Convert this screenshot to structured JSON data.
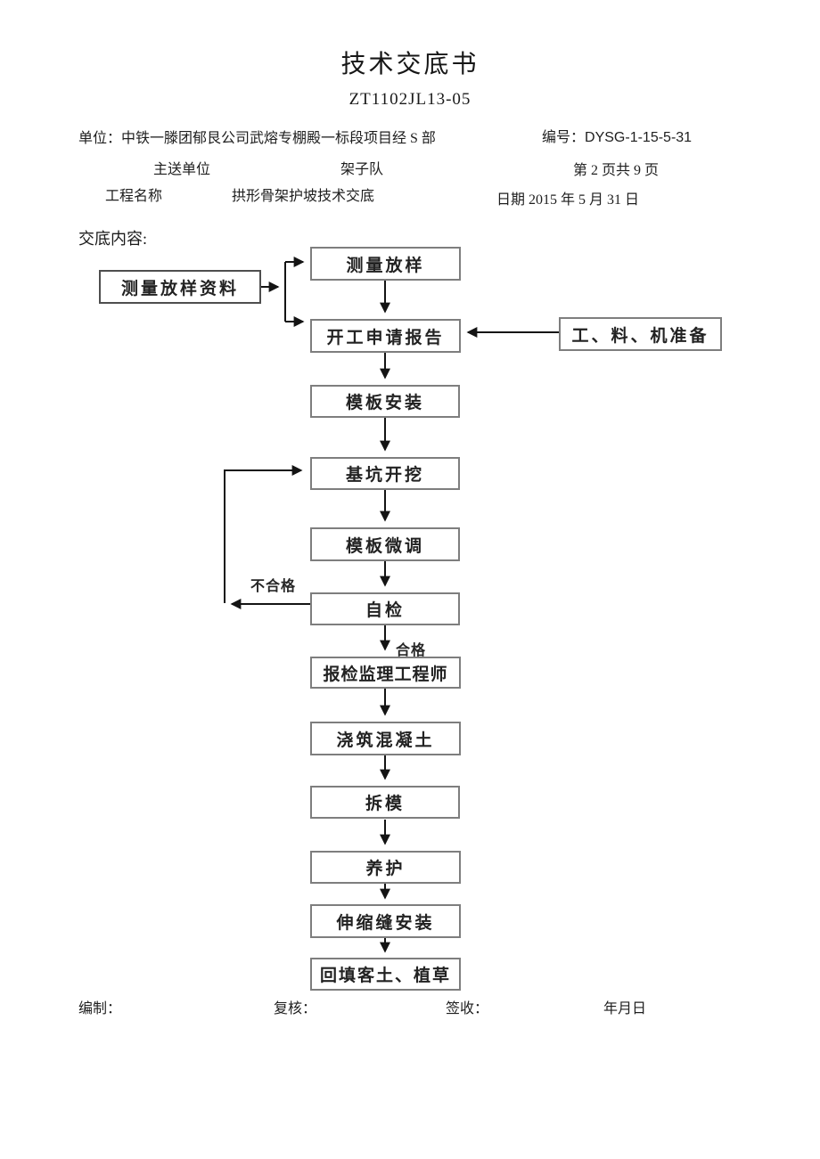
{
  "header": {
    "title": "技术交底书",
    "form_code": "ZT1102JL13-05",
    "unit_line": "单位：中铁一滕团郁艮公司武熔专棚殿一标段项目经 S 部",
    "doc_number_label": "编号：",
    "doc_number_value": "DYSG-1-15-5-31",
    "recipient_label": "主送单位",
    "recipient_value": "架子队",
    "page_info": "第 2 页共 9 页",
    "project_label": "工程名称",
    "project_value": "拱形骨架护坡技术交底",
    "date_line": "日期 2015 年 5 月 31 日",
    "content_label": "交底内容:"
  },
  "flowchart": {
    "boxes": [
      {
        "id": "survey-data",
        "label": "测量放样资料"
      },
      {
        "id": "survey-layout",
        "label": "测量放样"
      },
      {
        "id": "start-work-report",
        "label": "开工申请报告"
      },
      {
        "id": "labor-material-machine-prep",
        "label": "工、料、机准备"
      },
      {
        "id": "formwork-installation",
        "label": "模板安装"
      },
      {
        "id": "pit-excavation",
        "label": "基坑开挖"
      },
      {
        "id": "formwork-fine-tuning",
        "label": "模板微调"
      },
      {
        "id": "self-inspection",
        "label": "自检"
      },
      {
        "id": "report-to-supervising-engineer",
        "label": "报检监理工程师"
      },
      {
        "id": "pour-concrete",
        "label": "浇筑混凝土"
      },
      {
        "id": "formwork-removal",
        "label": "拆模"
      },
      {
        "id": "curing",
        "label": "养护"
      },
      {
        "id": "expansion-joint-installation",
        "label": "伸缩缝安装"
      },
      {
        "id": "backfill-plant-grass",
        "label": "回填客土、植草"
      }
    ],
    "edge_labels": {
      "fail": "不合格",
      "pass": "合格"
    },
    "line_color": "#141414",
    "box_border_color": "#7e7e7e"
  },
  "footer": {
    "prepared_label": "编制：",
    "reviewed_label": "复核：",
    "received_label": "签收：",
    "date_placeholder": "年月日"
  }
}
